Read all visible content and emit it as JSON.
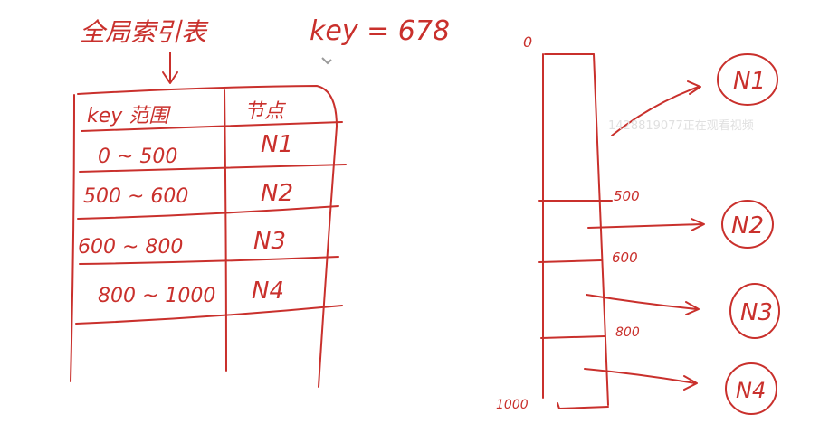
{
  "title": "全局索引表",
  "key_expression": "key = 678",
  "table": {
    "headers": [
      "key 范围",
      "节点"
    ],
    "rows": [
      [
        "0 ~ 500",
        "N1"
      ],
      [
        "500 ~ 600",
        "N2"
      ],
      [
        "600 ~ 800",
        "N3"
      ],
      [
        "800 ~ 1000",
        "N4"
      ]
    ]
  },
  "range_bar": {
    "top_label": "0",
    "bottom_label": "1000",
    "ticks": [
      "500",
      "600",
      "800"
    ],
    "nodes": [
      "N1",
      "N2",
      "N3",
      "N4"
    ]
  },
  "watermark": "1428819077正在观看视频",
  "ink_color": "#c9302c"
}
